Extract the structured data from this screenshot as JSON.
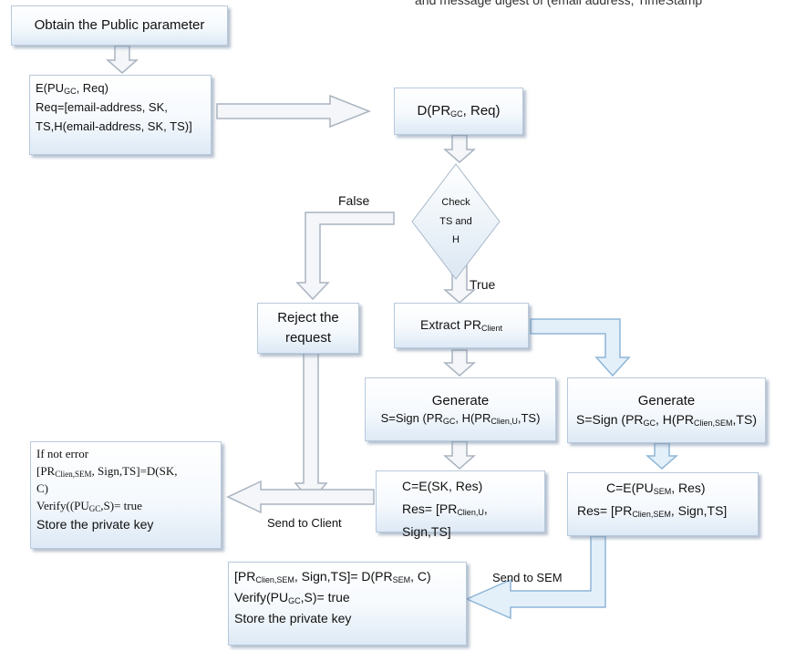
{
  "top_text": "and message digest of (email address, TimeStamp",
  "labels": {
    "false": "False",
    "true": "True",
    "send_client": "Send to Client",
    "send_sem": "Send to SEM"
  },
  "public_param": "Obtain the Public parameter",
  "enc_request": {
    "l1_a": "E(PU",
    "l1_sub": "GC",
    "l1_b": ", Req)",
    "l2": "Req=[email-address, SK,",
    "l3": "TS,H(email-address, SK, TS)]"
  },
  "decrypt": {
    "a": "D(PR",
    "sub": "GC",
    "b": ", Req)"
  },
  "check": {
    "l1": "Check",
    "l2": "TS and",
    "l3": "H"
  },
  "reject": {
    "l1": "Reject the",
    "l2": "request"
  },
  "extract": {
    "a": "Extract PR",
    "sub": "Client"
  },
  "gen_left": {
    "title": "Generate",
    "a": "S=Sign (PR",
    "sub1": "GC",
    "b": ", H(PR",
    "sub2": "Clien,U",
    "c": ",TS)"
  },
  "gen_right": {
    "title": "Generate",
    "a": "S=Sign (PR",
    "sub1": "GC",
    "b": ", H(PR",
    "sub2": "Clien,SEM",
    "c": ",TS)"
  },
  "enc_left": {
    "l1": "C=E(SK, Res)",
    "l2_a": "Res= [PR",
    "l2_sub": "Clien,U",
    "l2_b": ", Sign,TS]"
  },
  "enc_right": {
    "l1_a": "C=E(PU",
    "l1_sub": "SEM",
    "l1_b": ", Res)",
    "l2_a": "Res= [PR",
    "l2_sub": "Clien,SEM",
    "l2_b": ", Sign,TS]"
  },
  "client": {
    "l1": "If not error",
    "l2_a": "[PR",
    "l2_sub": "Clien,SEM",
    "l2_b": ", Sign,TS]=D(SK,",
    "l3": "C)",
    "l4_a": "Verify((PU",
    "l4_sub": "GC",
    "l4_b": ",S)= true",
    "l5": "Store the private key"
  },
  "sem": {
    "l1_a": "[PR",
    "l1_sub": "Clien,SEM",
    "l1_b": ", Sign,TS]= D(PR",
    "l1_sub2": "SEM",
    "l1_c": ", C)",
    "l2_a": "Verify(PU",
    "l2_sub": "GC",
    "l2_b": ",S)= true",
    "l3": "Store the private key"
  },
  "colors": {
    "arrow_fill": "#f4f6f9",
    "arrow_stroke": "#aab4c0",
    "arrow_blue_fill": "#e3f0fa",
    "arrow_blue_stroke": "#8fb6d6",
    "diamond_fill": "#eef4fa",
    "diamond_stroke": "#a9b9cb"
  }
}
